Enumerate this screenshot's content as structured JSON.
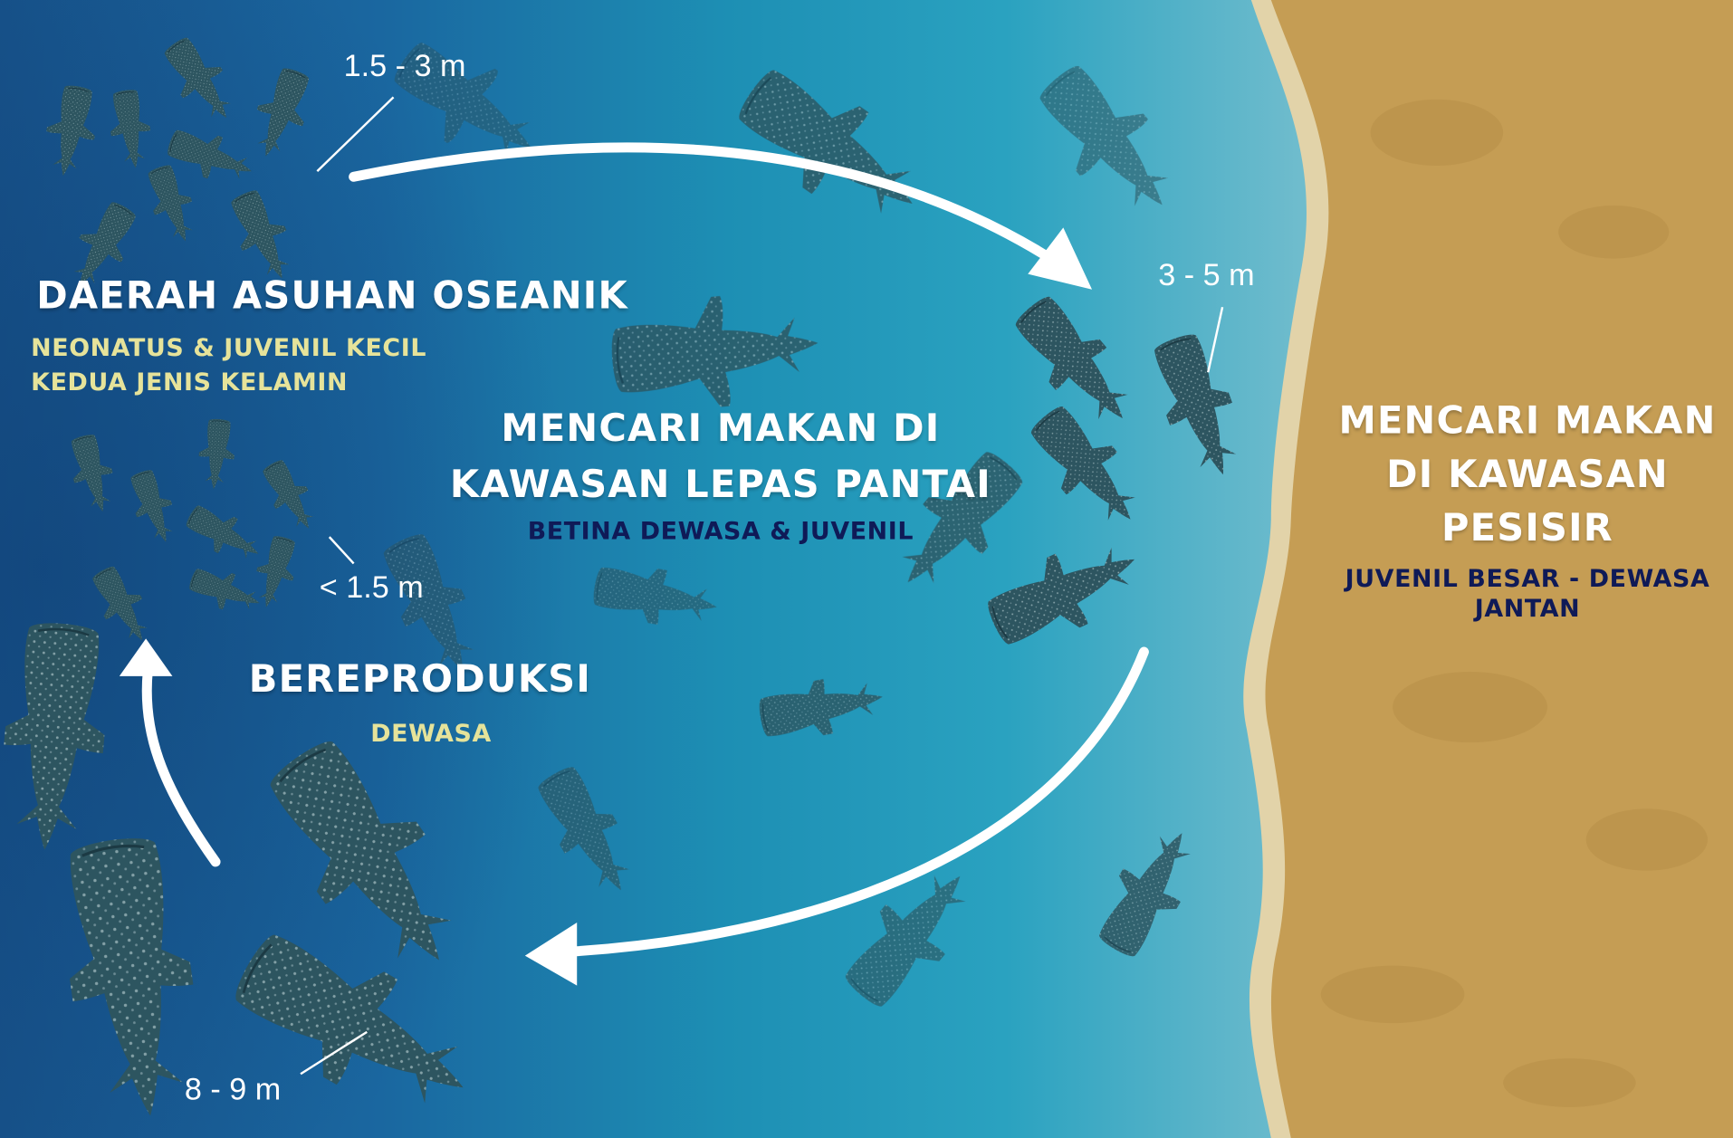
{
  "zones": {
    "nursery": {
      "title": "DAERAH ASUHAN OSEANIK",
      "subtitle_line1": "NEONATUS & JUVENIL KECIL",
      "subtitle_line2": "KEDUA JENIS KELAMIN"
    },
    "offshore": {
      "title_line1": "MENCARI MAKAN DI",
      "title_line2": "KAWASAN LEPAS PANTAI",
      "subtitle": "BETINA DEWASA & JUVENIL"
    },
    "coastal": {
      "title_line1": "MENCARI MAKAN",
      "title_line2": "DI KAWASAN",
      "title_line3": "PESISIR",
      "subtitle_line1": "JUVENIL BESAR - DEWASA",
      "subtitle_line2": "JANTAN"
    },
    "reproduction": {
      "title": "BEREPRODUKSI",
      "subtitle": "DEWASA"
    }
  },
  "size_labels": {
    "small_juvenile": "1.5 - 3 m",
    "neonate": "< 1.5 m",
    "coastal_juvenile": "3 - 5 m",
    "adult": "8 - 9 m"
  },
  "colors": {
    "deep_ocean": "#17528a",
    "mid_ocean": "#1d8fb4",
    "shallow_water": "#6fbccd",
    "sand": "#c59d54",
    "shoreline": "#e2d3a9",
    "shark": "#2d5560",
    "arrow": "#ffffff",
    "subtitle_light": "#e6e39a",
    "subtitle_dark": "#0f1a57"
  },
  "icons": {
    "shark": "whale-shark-icon",
    "arrow": "cycle-arrow"
  }
}
